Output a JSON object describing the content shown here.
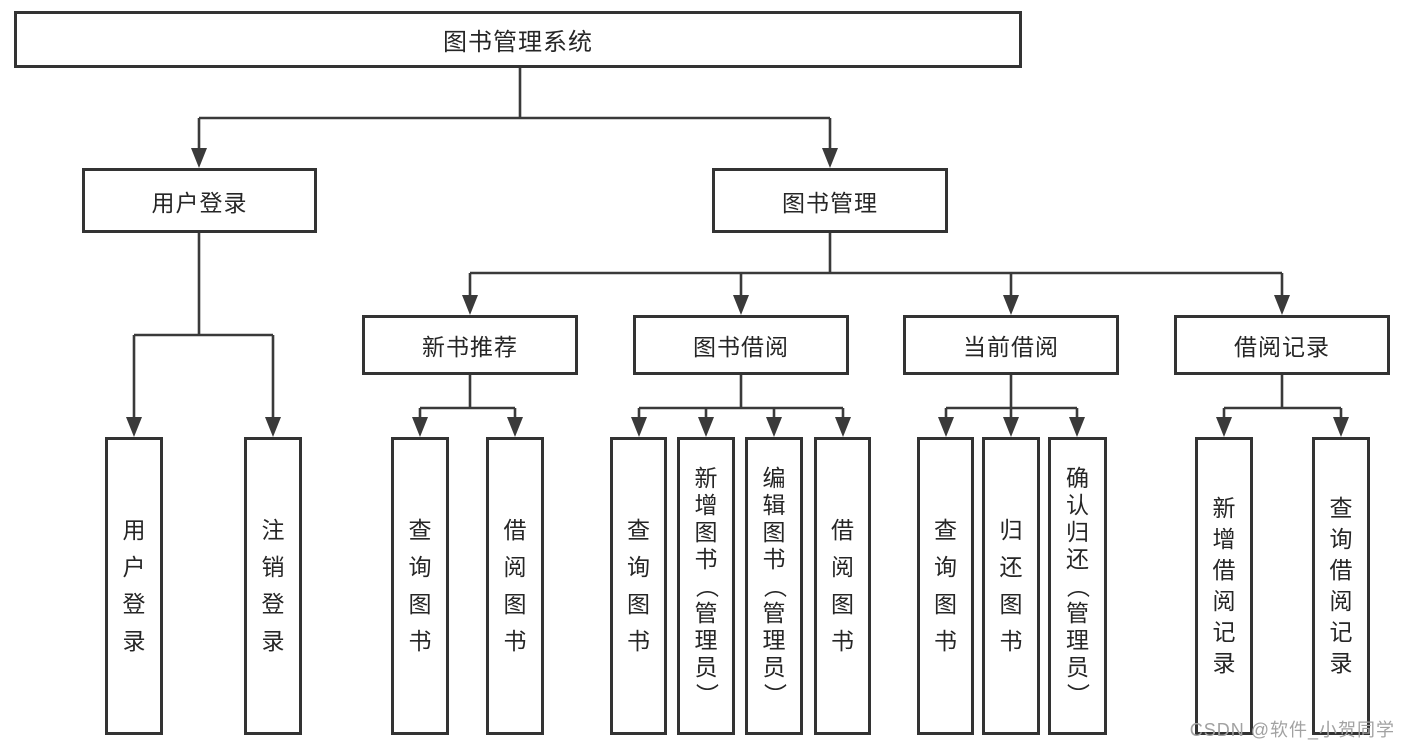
{
  "nodes": {
    "root": "图书管理系统",
    "user_login": "用户登录",
    "book_management": "图书管理",
    "new_book_rec": "新书推荐",
    "book_borrow": "图书借阅",
    "current_borrow": "当前借阅",
    "borrow_records": "借阅记录",
    "leaf_user_login": "用户登录",
    "leaf_logout": "注销登录",
    "rec_query_books": "查询图书",
    "rec_borrow_books": "借阅图书",
    "bb_query_books": "查询图书",
    "bb_add_books": "新增图书（管理员）",
    "bb_edit_books": "编辑图书（管理员）",
    "bb_borrow_books": "借阅图书",
    "cb_query_books": "查询图书",
    "cb_return_books": "归还图书",
    "cb_confirm_return": "确认归还（管理员）",
    "br_add_record": "新增借阅记录",
    "br_query_record": "查询借阅记录"
  },
  "watermark": "CSDN @软件_小贺同学",
  "colors": {
    "line": "#3a3a3a",
    "border": "#333333",
    "text": "#262626",
    "watermark": "#a2a2a2",
    "background": "#ffffff"
  }
}
